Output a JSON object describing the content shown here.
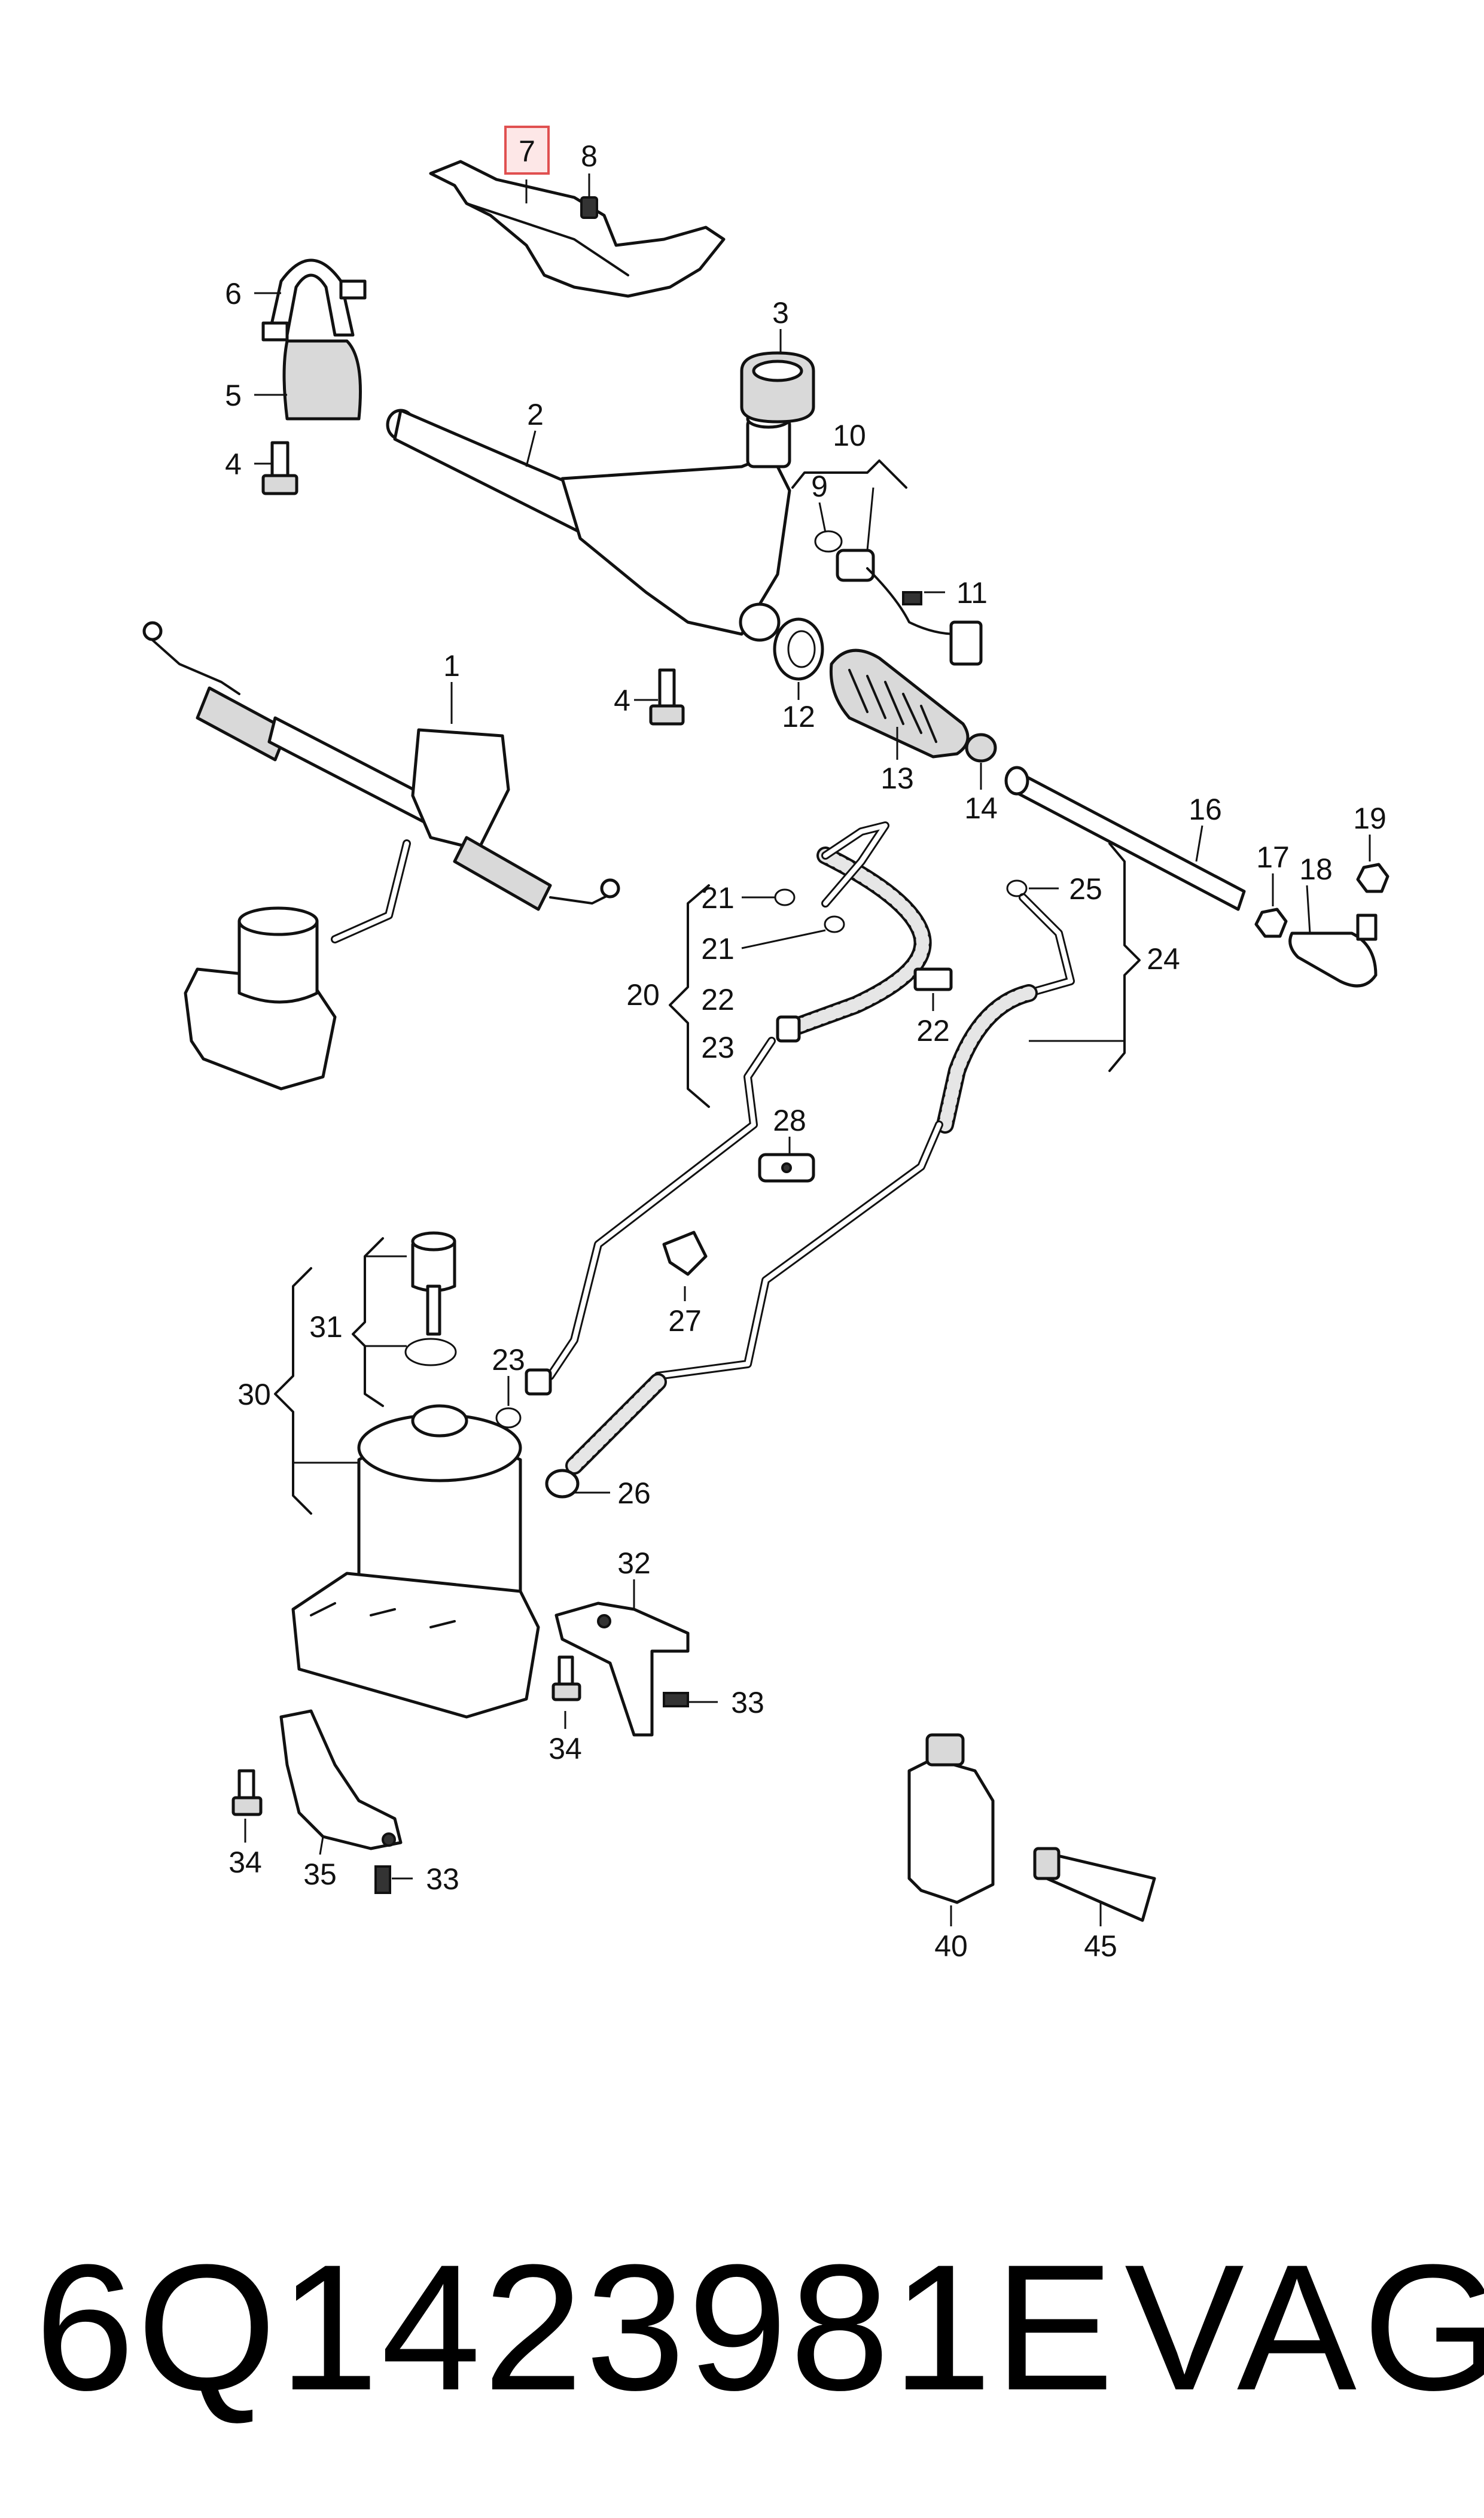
{
  "diagram": {
    "highlighted_callout": "7",
    "callouts": [
      "1",
      "2",
      "3",
      "4",
      "4",
      "5",
      "6",
      "7",
      "8",
      "9",
      "10",
      "11",
      "12",
      "13",
      "14",
      "16",
      "17",
      "18",
      "19",
      "20",
      "21",
      "21",
      "22",
      "22",
      "23",
      "23",
      "24",
      "25",
      "26",
      "27",
      "28",
      "30",
      "31",
      "32",
      "33",
      "33",
      "34",
      "34",
      "35",
      "40",
      "45"
    ]
  },
  "footer": {
    "part_number": "6Q1423981E",
    "brand": "VAG"
  }
}
